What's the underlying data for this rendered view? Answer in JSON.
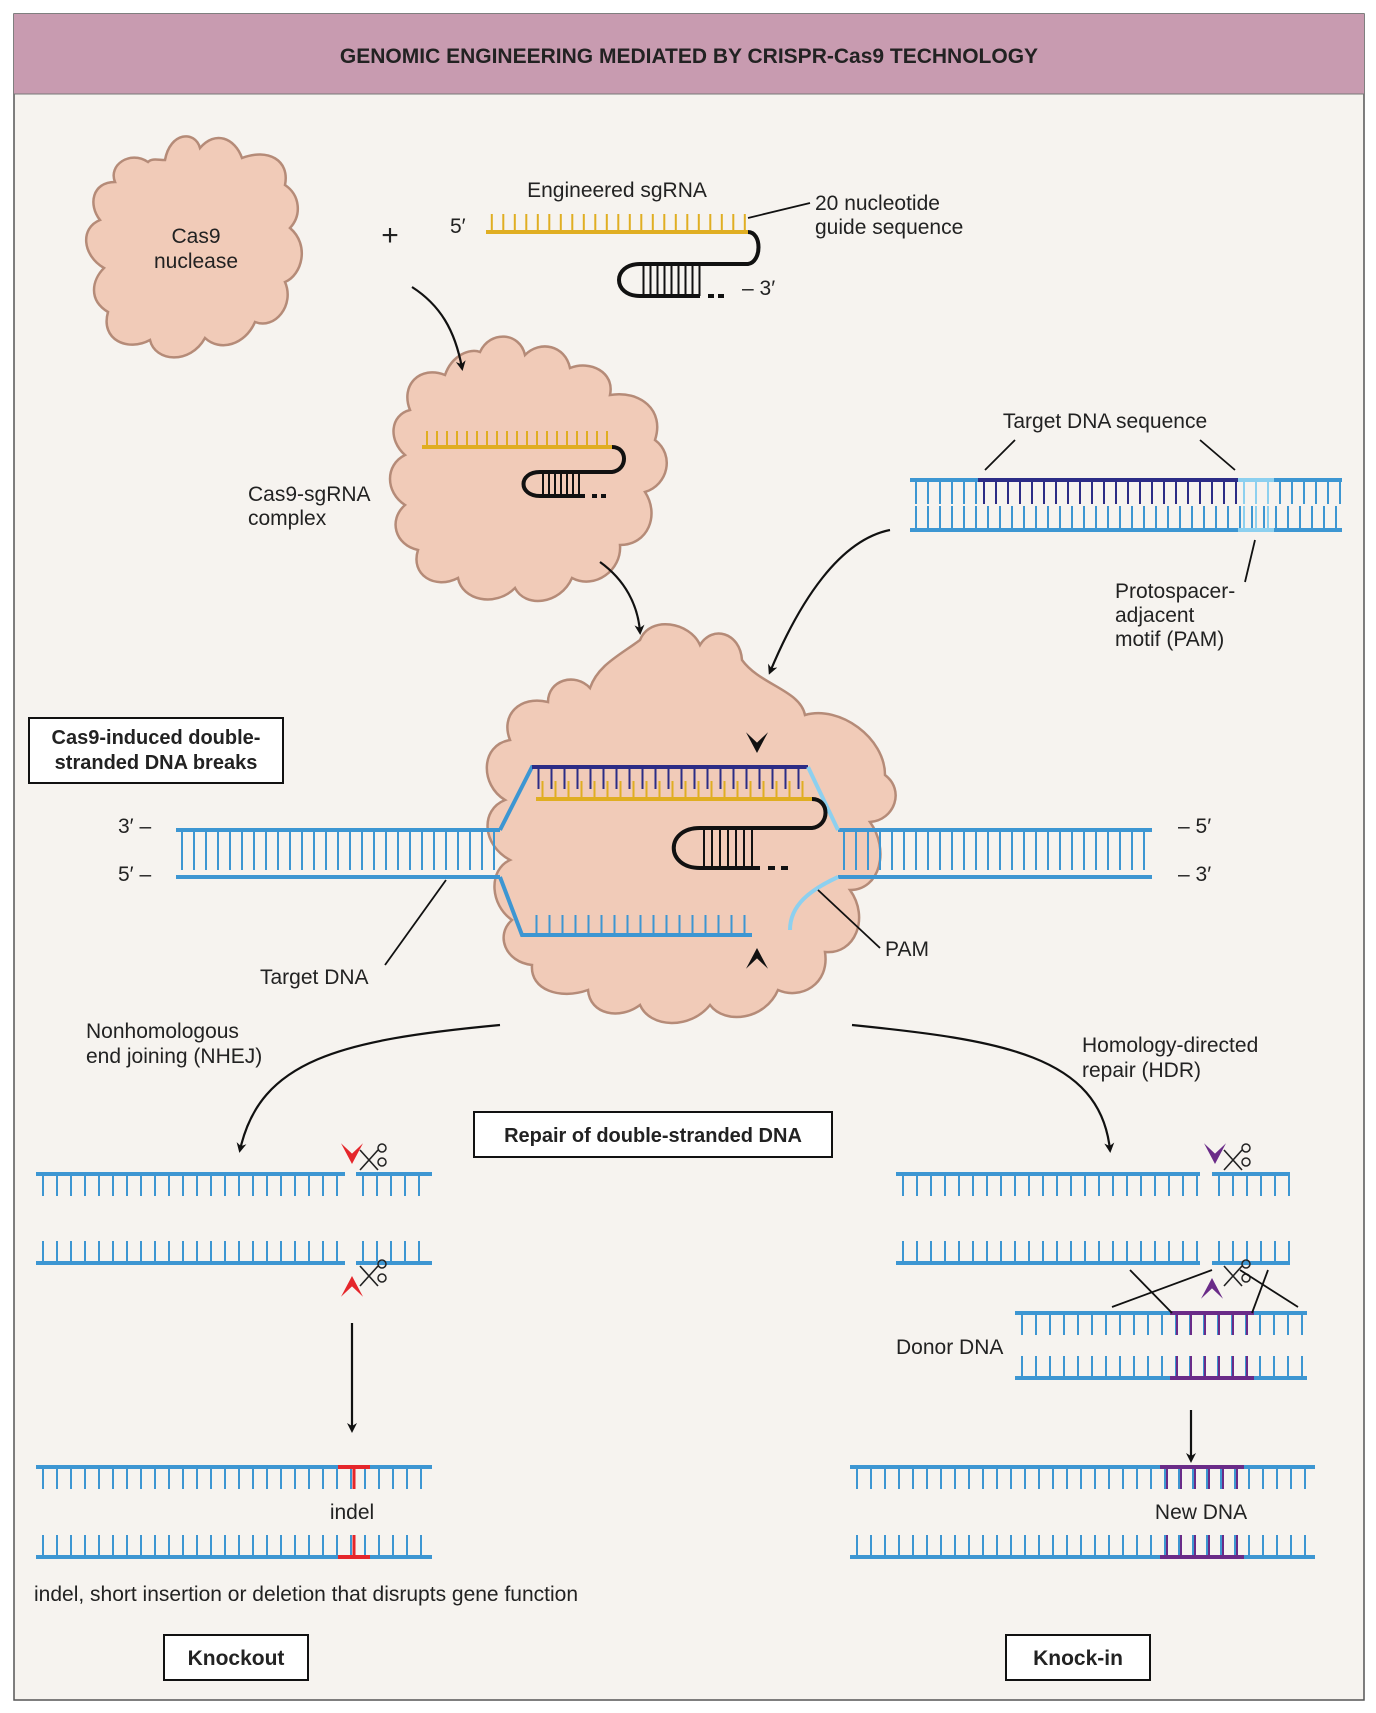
{
  "title": "GENOMIC ENGINEERING MEDIATED BY CRISPR-Cas9 TECHNOLOGY",
  "colors": {
    "header": "#c89bb0",
    "panel": "#f6f3ef",
    "protein": "#f1cbb8",
    "dna": "#3d96d2",
    "target_dna": "#2c2c86",
    "pam": "#8dd0ef",
    "sgrna": "#e0ae22",
    "red": "#e5262b",
    "purple": "#6a2b88"
  },
  "labels": {
    "cas9_line1": "Cas9",
    "cas9_line2": "nuclease",
    "plus": "+",
    "sgrna": "Engineered sgRNA",
    "five_prime": "5′",
    "three_prime": "– 3′",
    "guide_line1": "20 nucleotide",
    "guide_line2": "guide sequence",
    "complex_line1": "Cas9-sgRNA",
    "complex_line2": "complex",
    "target_seq": "Target DNA sequence",
    "pam_line1": "Protospacer-",
    "pam_line2": "adjacent",
    "pam_line3": "motif (PAM)",
    "breaks_line1": "Cas9-induced double-",
    "breaks_line2": "stranded DNA breaks",
    "end_3_left": "3′ –",
    "end_5_left": "5′ –",
    "end_5_right": "– 5′",
    "end_3_right": "– 3′",
    "pam": "PAM",
    "target_dna": "Target DNA",
    "nhej_line1": "Nonhomologous",
    "nhej_line2": "end joining (NHEJ)",
    "hdr_line1": "Homology-directed",
    "hdr_line2": "repair (HDR)",
    "repair": "Repair of double-stranded DNA",
    "donor": "Donor DNA",
    "indel": "indel",
    "new_dna": "New DNA",
    "indel_note": "indel, short insertion or deletion that disrupts gene function",
    "knockout": "Knockout",
    "knockin": "Knock-in"
  }
}
